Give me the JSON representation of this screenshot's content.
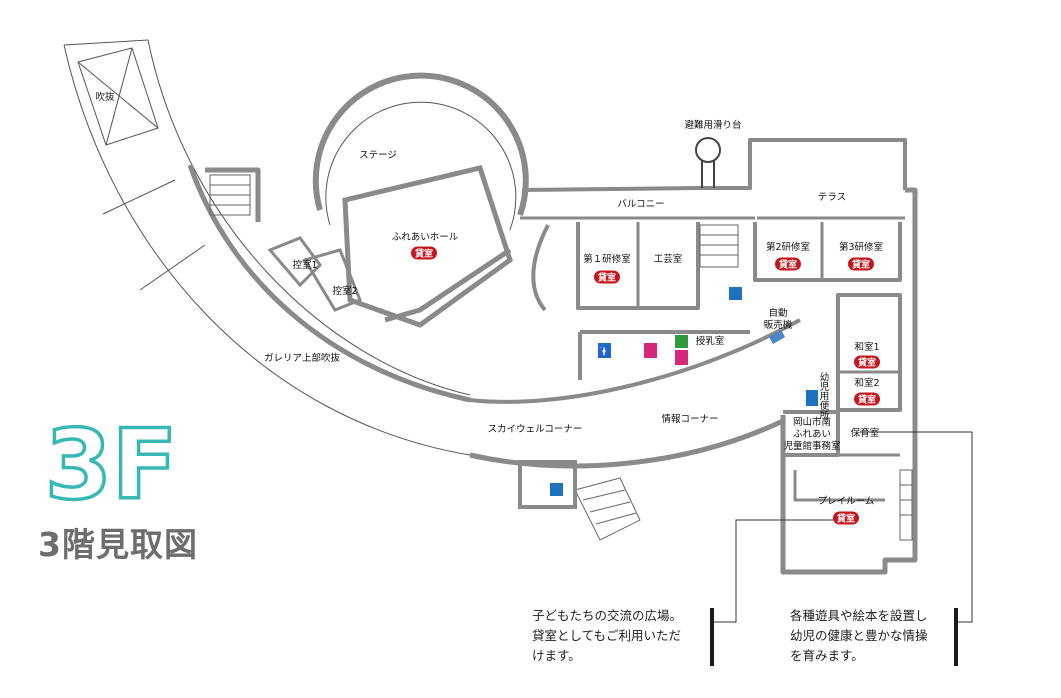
{
  "floor": {
    "code": "3F",
    "title": "3階見取図",
    "accent_color": "#38b8b4"
  },
  "rentable_badge": "貸室",
  "rooms": {
    "fukinuke": "吹抜",
    "stage": "ステージ",
    "hall": "ふれあいホール",
    "hikae1": "控室1",
    "hikae2": "控室2",
    "galleria": "ガレリア上部吹抜",
    "balcony": "バルコニー",
    "slide": "避難用滑り台",
    "terrace": "テラス",
    "kenshu1": "第１研修室",
    "kogei": "工芸室",
    "kenshu2": "第2研修室",
    "kenshu3": "第3研修室",
    "junyu": "授乳室",
    "vending": "自動\n販売機",
    "washitsu1": "和室1",
    "washitsu2": "和室2",
    "yoji_toilet": "幼児用便所",
    "office": "岡山市南\nふれあい\n児童館事務室",
    "hoiku": "保育室",
    "skywell": "スカイウェルコーナー",
    "joho": "情報コーナー",
    "playroom": "プレイルーム"
  },
  "notes": {
    "playroom": "子どもたちの交流の広場。\n貸室としてもご利用いただ\nけます。",
    "hoiku": "各種遊具や絵本を設置し\n幼児の健康と豊かな情操\nを育みます。"
  },
  "colors": {
    "wall": "#8a8a8a",
    "line": "#333333",
    "badge": "#c4161c",
    "toilet_men": "#1e72bd",
    "toilet_women": "#d8267a",
    "accessible": "#2e9a3e"
  }
}
